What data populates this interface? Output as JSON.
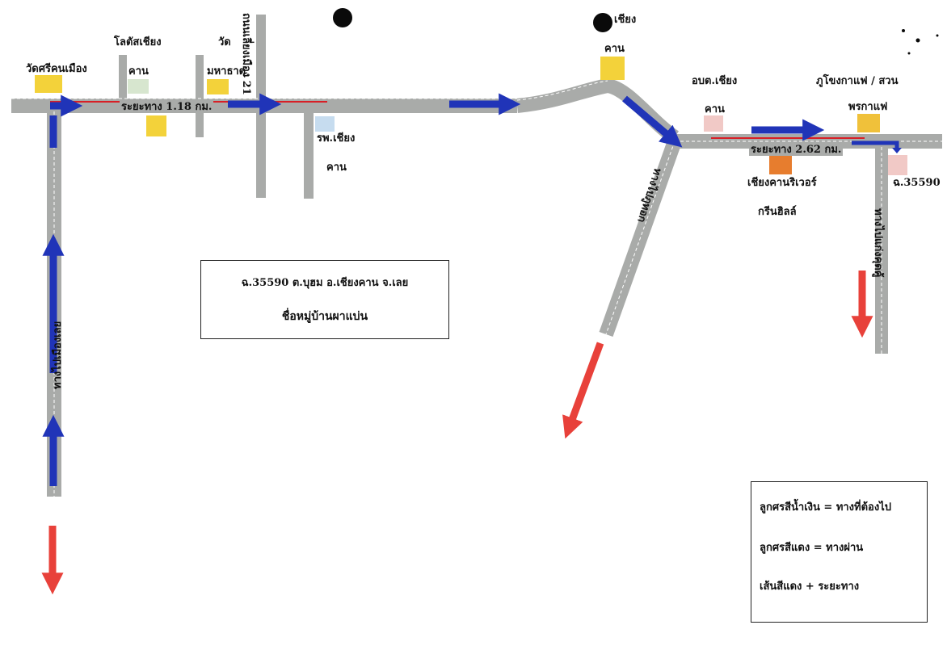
{
  "labels": {
    "wat_sri_khun_mueang": "วัดศรีคนเมือง",
    "lotus_line1": "โลตัสเชียง",
    "lotus_line2": "คาน",
    "wat_line1": "วัด",
    "wat_line2": "มหาธาตุ",
    "bypass_road": "ถนนเลี่ยงเมือง 21",
    "hospital_line1": "รพ.เชียง",
    "hospital_line2": "คาน",
    "chiang_line1": "เชียง",
    "chiang_line2": "คาน",
    "obt_line1": "อบต.เชียง",
    "obt_line2": "คาน",
    "coffee_line1": "ภูโขงกาแฟ / สวน",
    "coffee_line2": "พรกาแฟ",
    "river_line1": "เชียงคานริเวอร์",
    "river_line2": "กรีนฮิลล์",
    "destination": "ฉ.35590",
    "distance_1": "ระยะทาง 1.18 กม.",
    "distance_2": "ระยะทาง 2.62 กม.",
    "to_loei": "ทางไปเมืองเลย",
    "to_phu_tok": "ทางไปภูทอก",
    "to_kaeng_khut_khu": "ทางไปแก่งคุดคู้"
  },
  "info_box": {
    "line1": "ฉ.35590 ต.บุฮม อ.เชียงคาน จ.เลย",
    "line2": "ชื่อหมู่บ้านผาแบ่น"
  },
  "legend": {
    "blue_arrow": "ลูกศรสีน้ำเงิน = ทางที่ต้องไป",
    "red_arrow": "ลูกศรสีแดง = ทางผ่าน",
    "red_line": "เส้นสีแดง + ระยะทาง"
  },
  "colors": {
    "road": "#a9aba9",
    "road_center_line": "#ffffff",
    "route_arrow": "#2034b8",
    "pass_arrow": "#e8413a",
    "distance_line": "#d81f26",
    "marker_yellow": "#f3d23a",
    "marker_green": "#d7e6cf",
    "marker_blue": "#c6dcef",
    "marker_pink": "#f1c9c6",
    "marker_orange": "#e77d2e",
    "marker_gold": "#f0c13a"
  }
}
